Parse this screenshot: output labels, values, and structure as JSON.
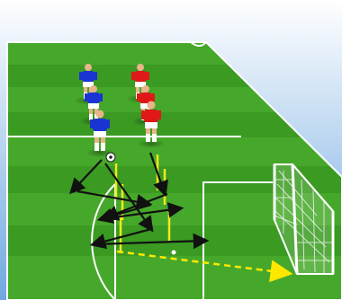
{
  "colors": {
    "background_sky": "#7fb3e6",
    "pitch_dark": "#2f8f1e",
    "pitch_light": "#4fae2a",
    "pitch_lines": "#ffffff",
    "team_blue_shirt": "#1430c8",
    "team_blue_shorts": "#ffffff",
    "team_red_shirt": "#e01414",
    "team_red_shorts": "#ffffff",
    "run_arrows": "#111111",
    "poles": "#f2e81a",
    "pass_arrow": "#ffe800",
    "goal_net": "#ffffff"
  },
  "players": {
    "blue_team_count": 3,
    "red_team_count": 3
  },
  "equipment": {
    "poles_count": 6,
    "goal_count": 1,
    "ball_count": 1
  }
}
